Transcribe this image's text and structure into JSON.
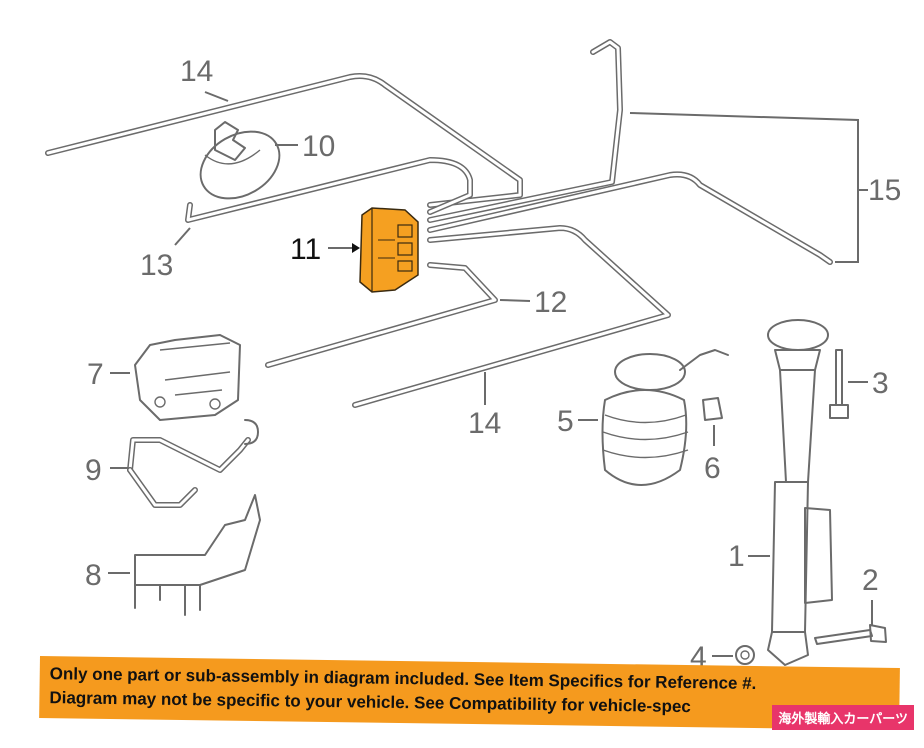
{
  "callouts": {
    "c1": "1",
    "c2": "2",
    "c3": "3",
    "c4": "4",
    "c5": "5",
    "c6": "6",
    "c7": "7",
    "c8": "8",
    "c9": "9",
    "c10": "10",
    "c11": "11",
    "c12": "12",
    "c13": "13",
    "c14a": "14",
    "c14b": "14",
    "c15": "15"
  },
  "colors": {
    "highlight_part": "#f5a021",
    "line": "#6b6b6b",
    "banner": "#f59a1e",
    "shop_tag": "#e8356a"
  },
  "banner": {
    "line1": "Only one part or sub-assembly in diagram included. See Item Specifics for Reference #.",
    "line2": "Diagram may not be specific to your vehicle. See Compatibility for vehicle-spec"
  },
  "shop_tag": "海外製輸入カーパーツ"
}
